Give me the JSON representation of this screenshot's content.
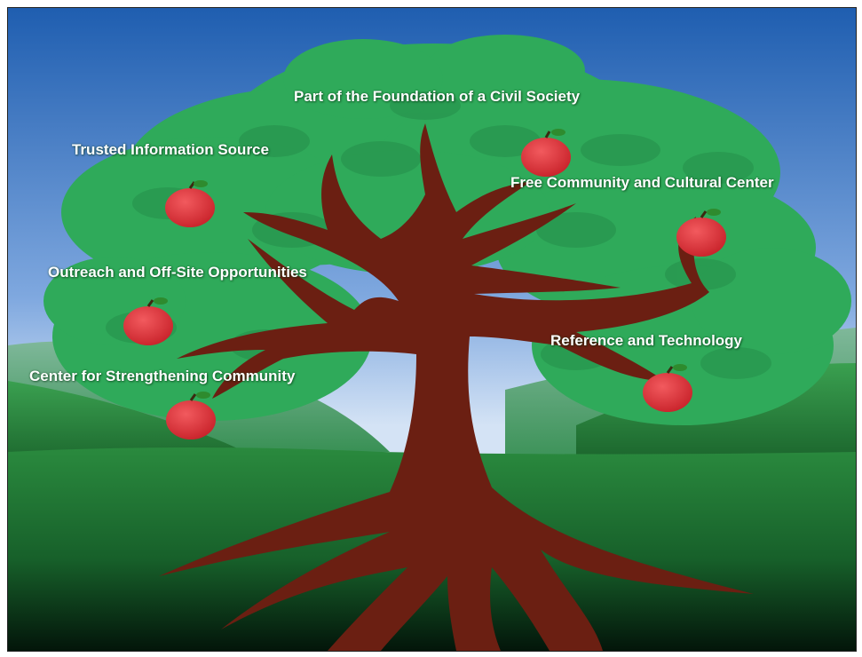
{
  "tree": {
    "labels": {
      "foundation": "Part of the Foundation of a Civil Society",
      "trusted": "Trusted Information Source",
      "free": "Free Community and Cultural Center",
      "outreach": "Outreach and Off-Site Opportunities",
      "reference": "Reference and Technology",
      "center": "Center for Strengthening Community"
    }
  },
  "colors": {
    "sky_top": "#1f5eb0",
    "sky_bottom": "#c9dcf3",
    "foliage": "#2faa5a",
    "trunk": "#6b1f12",
    "hills": "#1f7a36",
    "apple": "#e0343a"
  }
}
